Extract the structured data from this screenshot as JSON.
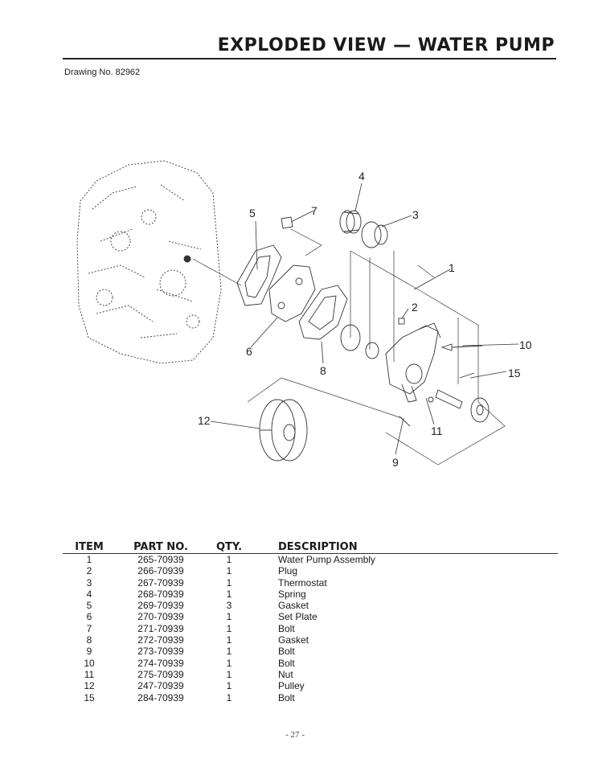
{
  "header": {
    "title": "EXPLODED VIEW — WATER PUMP",
    "drawing_no": "Drawing No. 82962"
  },
  "diagram": {
    "callouts": [
      "1",
      "2",
      "3",
      "4",
      "5",
      "6",
      "7",
      "8",
      "9",
      "10",
      "11",
      "12",
      "15"
    ]
  },
  "table": {
    "headers": [
      "ITEM",
      "PART NO.",
      "QTY.",
      "DESCRIPTION"
    ],
    "rows": [
      {
        "item": "1",
        "part": "265-70939",
        "qty": "1",
        "desc": "Water Pump Assembly"
      },
      {
        "item": "2",
        "part": "266-70939",
        "qty": "1",
        "desc": "Plug"
      },
      {
        "item": "3",
        "part": "267-70939",
        "qty": "1",
        "desc": "Thermostat"
      },
      {
        "item": "4",
        "part": "268-70939",
        "qty": "1",
        "desc": "Spring"
      },
      {
        "item": "5",
        "part": "269-70939",
        "qty": "3",
        "desc": "Gasket"
      },
      {
        "item": "6",
        "part": "270-70939",
        "qty": "1",
        "desc": "Set Plate"
      },
      {
        "item": "7",
        "part": "271-70939",
        "qty": "1",
        "desc": "Bolt"
      },
      {
        "item": "8",
        "part": "272-70939",
        "qty": "1",
        "desc": "Gasket"
      },
      {
        "item": "9",
        "part": "273-70939",
        "qty": "1",
        "desc": "Bolt"
      },
      {
        "item": "10",
        "part": "274-70939",
        "qty": "1",
        "desc": "Bolt"
      },
      {
        "item": "11",
        "part": "275-70939",
        "qty": "1",
        "desc": "Nut"
      },
      {
        "item": "12",
        "part": "247-70939",
        "qty": "1",
        "desc": "Pulley"
      },
      {
        "item": "15",
        "part": "284-70939",
        "qty": "1",
        "desc": "Bolt"
      }
    ]
  },
  "footer": {
    "page": "- 27 -"
  }
}
